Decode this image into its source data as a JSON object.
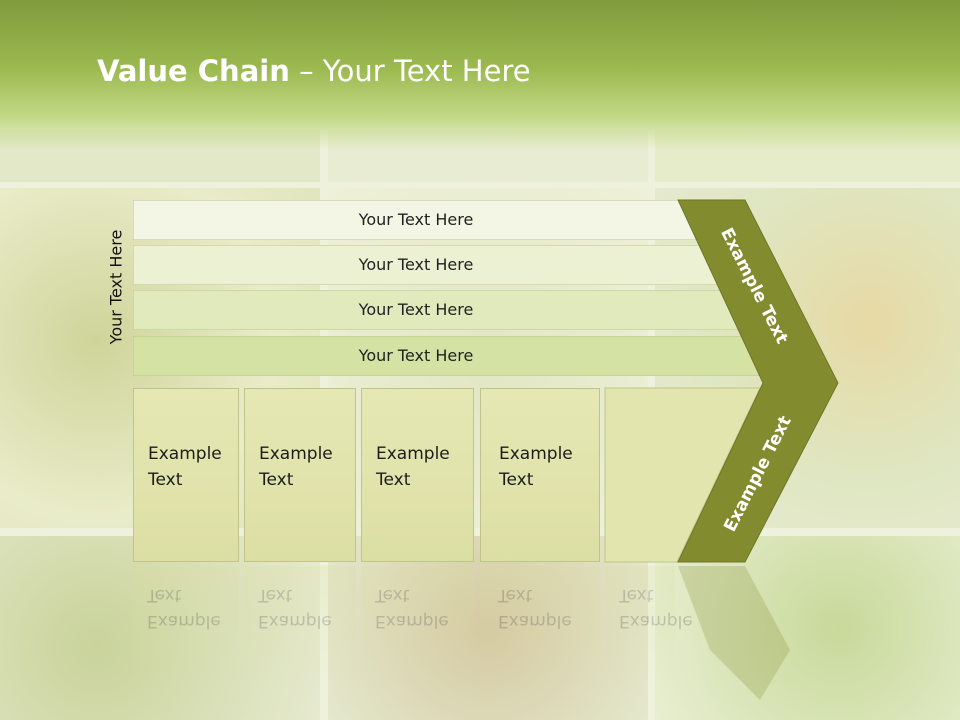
{
  "title": {
    "bold": "Value Chain",
    "rest": " – Your Text Here"
  },
  "side_label": "Your Text Here",
  "bars": [
    {
      "label": "Your Text Here"
    },
    {
      "label": "Your Text Here"
    },
    {
      "label": "Your Text Here"
    },
    {
      "label": "Your Text Here"
    }
  ],
  "boxes": [
    {
      "line1": "Example",
      "line2": "Text"
    },
    {
      "line1": "Example",
      "line2": "Text"
    },
    {
      "line1": "Example",
      "line2": "Text"
    },
    {
      "line1": "Example",
      "line2": "Text"
    },
    {
      "line1": "Example",
      "line2": "Text"
    }
  ],
  "chevron": {
    "upper": "Example Text",
    "lower": "Example Text"
  },
  "colors": {
    "header": "#8aa844",
    "chevron": "#838b2f",
    "bar_light": "#f3f6e4",
    "bar_dark": "#d4e3a4",
    "box": "#e2e5ae"
  }
}
